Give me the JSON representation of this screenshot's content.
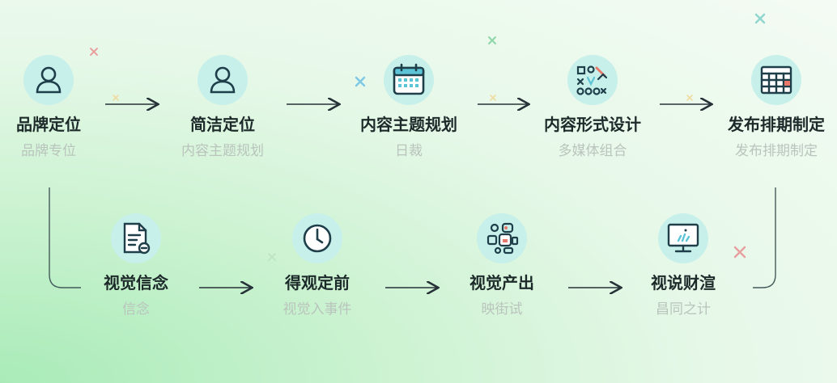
{
  "row1": [
    {
      "title": "品牌定位",
      "subtitle": "品牌专位",
      "icon": "person-icon"
    },
    {
      "title": "简洁定位",
      "subtitle": "内容主题规划",
      "icon": "person-icon"
    },
    {
      "title": "内容主题规划",
      "subtitle": "日裁",
      "icon": "calendar-icon"
    },
    {
      "title": "内容形式设计",
      "subtitle": "多媒体组合",
      "icon": "design-tools-icon"
    },
    {
      "title": "发布排期制定",
      "subtitle": "发布排期制定",
      "icon": "schedule-grid-icon"
    }
  ],
  "row2": [
    {
      "title": "视觉信念",
      "subtitle": "信念",
      "icon": "document-icon"
    },
    {
      "title": "得观定前",
      "subtitle": "视觉入事件",
      "icon": "clock-icon"
    },
    {
      "title": "视觉产出",
      "subtitle": "映街试",
      "icon": "shapes-icon"
    },
    {
      "title": "视说财渲",
      "subtitle": "昌同之计",
      "icon": "monitor-icon"
    }
  ],
  "colors": {
    "accent": "#1e3e4a",
    "icon_bg": "#c7f0ea",
    "subtitle": "#b9c4bd",
    "highlight": "#e8786a"
  }
}
